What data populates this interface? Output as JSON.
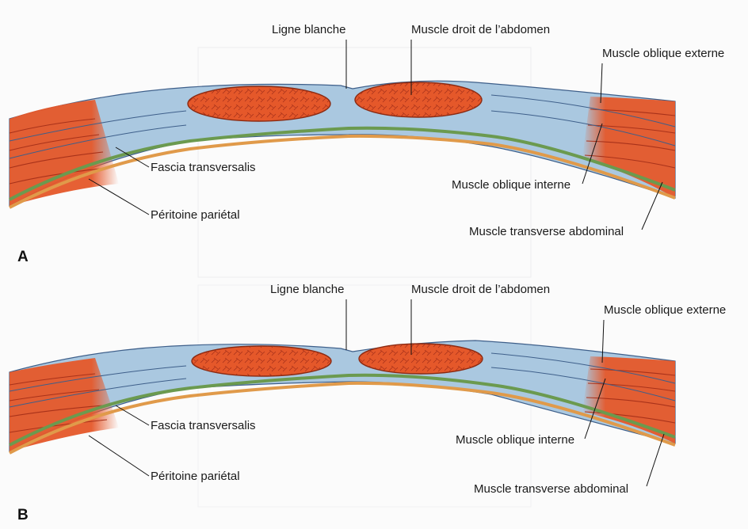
{
  "labels": {
    "linea_alba": "Ligne blanche",
    "rectus": "Muscle droit de l’abdomen",
    "external_oblique": "Muscle oblique externe",
    "transversalis_fascia": "Fascia transversalis",
    "internal_oblique": "Muscle oblique interne",
    "parietal_peritoneum": "Péritoine pariétal",
    "transversus": "Muscle transverse abdominal"
  },
  "panels": [
    {
      "letter": "A"
    },
    {
      "letter": "B"
    }
  ],
  "colors": {
    "muscle": "#e5582a",
    "muscle_light": "#f08a4a",
    "muscle_fiber": "#a8321a",
    "fascia": "#aac8e0",
    "fascia_edge": "#3e5f8a",
    "transversalis_line": "#6b9a4f",
    "peritoneum_line": "#e09a4a"
  }
}
